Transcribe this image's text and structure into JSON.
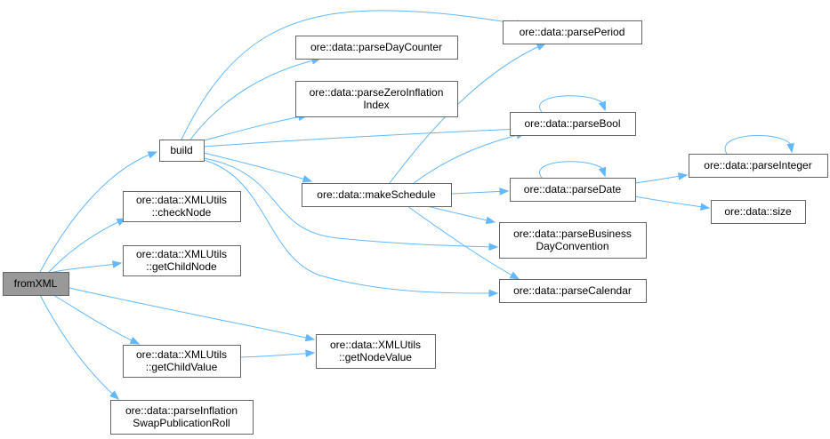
{
  "colors": {
    "edge": "#63b8ff",
    "node_border": "#666666",
    "node_fill": "#ffffff",
    "root_fill": "#999999"
  },
  "nodes": [
    {
      "id": "fromXML",
      "lines": [
        "fromXML"
      ],
      "root": true
    },
    {
      "id": "build",
      "lines": [
        "build"
      ]
    },
    {
      "id": "checkNode",
      "lines": [
        "ore::data::XMLUtils",
        "::checkNode"
      ]
    },
    {
      "id": "getChildNode",
      "lines": [
        "ore::data::XMLUtils",
        "::getChildNode"
      ]
    },
    {
      "id": "getChildValue",
      "lines": [
        "ore::data::XMLUtils",
        "::getChildValue"
      ]
    },
    {
      "id": "parseInflationSwapPublicationRoll",
      "lines": [
        "ore::data::parseInflation",
        "SwapPublicationRoll"
      ]
    },
    {
      "id": "parseDayCounter",
      "lines": [
        "ore::data::parseDayCounter"
      ]
    },
    {
      "id": "parseZeroInflationIndex",
      "lines": [
        "ore::data::parseZeroInflation",
        "Index"
      ]
    },
    {
      "id": "makeSchedule",
      "lines": [
        "ore::data::makeSchedule"
      ]
    },
    {
      "id": "getNodeValue",
      "lines": [
        "ore::data::XMLUtils",
        "::getNodeValue"
      ]
    },
    {
      "id": "parsePeriod",
      "lines": [
        "ore::data::parsePeriod"
      ]
    },
    {
      "id": "parseBool",
      "lines": [
        "ore::data::parseBool"
      ]
    },
    {
      "id": "parseDate",
      "lines": [
        "ore::data::parseDate"
      ]
    },
    {
      "id": "parseBusinessDayConvention",
      "lines": [
        "ore::data::parseBusiness",
        "DayConvention"
      ]
    },
    {
      "id": "parseCalendar",
      "lines": [
        "ore::data::parseCalendar"
      ]
    },
    {
      "id": "parseInteger",
      "lines": [
        "ore::data::parseInteger"
      ]
    },
    {
      "id": "size",
      "lines": [
        "ore::data::size"
      ]
    }
  ],
  "edges": [
    {
      "from": "fromXML",
      "to": "build"
    },
    {
      "from": "fromXML",
      "to": "checkNode"
    },
    {
      "from": "fromXML",
      "to": "getChildNode"
    },
    {
      "from": "fromXML",
      "to": "getNodeValue"
    },
    {
      "from": "fromXML",
      "to": "getChildValue"
    },
    {
      "from": "fromXML",
      "to": "parseInflationSwapPublicationRoll"
    },
    {
      "from": "build",
      "to": "parsePeriod"
    },
    {
      "from": "build",
      "to": "parseDayCounter"
    },
    {
      "from": "build",
      "to": "parseZeroInflationIndex"
    },
    {
      "from": "build",
      "to": "parseBool"
    },
    {
      "from": "build",
      "to": "makeSchedule"
    },
    {
      "from": "build",
      "to": "parseBusinessDayConvention"
    },
    {
      "from": "build",
      "to": "parseCalendar"
    },
    {
      "from": "makeSchedule",
      "to": "parsePeriod"
    },
    {
      "from": "makeSchedule",
      "to": "parseBool"
    },
    {
      "from": "makeSchedule",
      "to": "parseDate"
    },
    {
      "from": "makeSchedule",
      "to": "parseBusinessDayConvention"
    },
    {
      "from": "makeSchedule",
      "to": "parseCalendar"
    },
    {
      "from": "parseBool",
      "to": "parseBool"
    },
    {
      "from": "parseDate",
      "to": "parseDate"
    },
    {
      "from": "parseDate",
      "to": "parseInteger"
    },
    {
      "from": "parseDate",
      "to": "size"
    },
    {
      "from": "parseInteger",
      "to": "parseInteger"
    },
    {
      "from": "getChildValue",
      "to": "getNodeValue"
    }
  ]
}
